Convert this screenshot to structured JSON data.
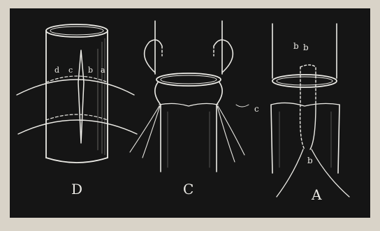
{
  "figure": {
    "colors": {
      "ink": "#ecebe6",
      "plate": "#151515",
      "paper": "#d9d3c8"
    },
    "panels": [
      {
        "id": "D",
        "label": "D",
        "marks": [
          "d",
          "c",
          "b",
          "a"
        ]
      },
      {
        "id": "C",
        "label": "C",
        "marks": [
          "c"
        ]
      },
      {
        "id": "A",
        "label": "A",
        "marks": [
          "b",
          "b",
          "b"
        ]
      }
    ]
  }
}
